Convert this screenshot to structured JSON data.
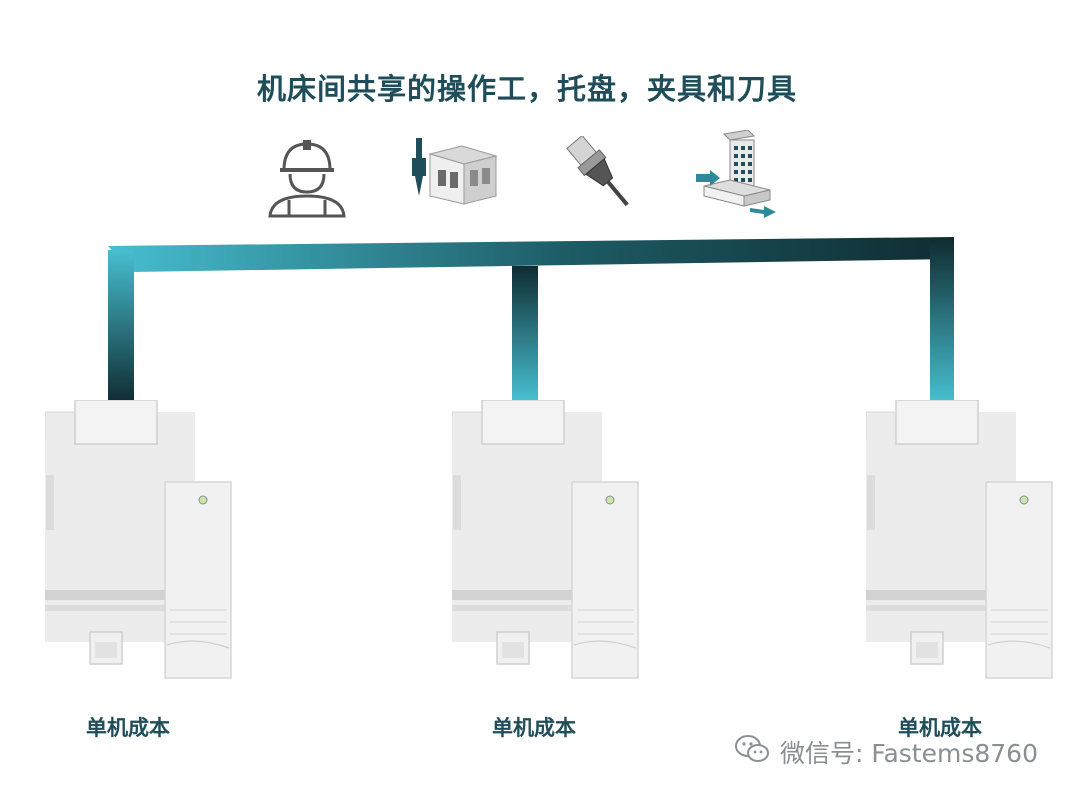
{
  "title": "机床间共享的操作工，托盘，夹具和刀具",
  "shared_resources": [
    {
      "name": "operator",
      "icon": "worker-icon"
    },
    {
      "name": "pallet",
      "icon": "pallet-fixture-icon"
    },
    {
      "name": "tool",
      "icon": "cutting-tool-icon"
    },
    {
      "name": "fixture",
      "icon": "fixture-icon"
    }
  ],
  "machines": [
    {
      "cost_label": "单机成本"
    },
    {
      "cost_label": "单机成本"
    },
    {
      "cost_label": "单机成本"
    }
  ],
  "watermark": {
    "text": "微信号: Fastems8760",
    "icon": "wechat-icon"
  },
  "colors": {
    "title": "#1f4e5a",
    "pipe_dark": "#123238",
    "pipe_light": "#47bfd0",
    "machine_body": "#eeeeee"
  }
}
